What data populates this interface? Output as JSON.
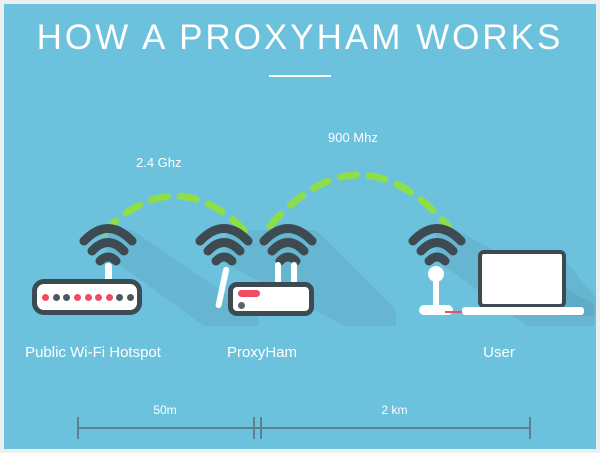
{
  "title": "HOW A PROXYHAM WORKS",
  "colors": {
    "background": "#6cc1dd",
    "frame": "#eceff0",
    "device_dark": "#3e4a51",
    "device_light": "#ffffff",
    "accent_pink": "#ef4b62",
    "signal_green": "#8ede4a",
    "scale_line": "#5d7f8e",
    "text": "#ffffff"
  },
  "links": [
    {
      "id": "left",
      "label": "2.4 Ghz",
      "from": "hotspot",
      "to": "proxyham"
    },
    {
      "id": "right",
      "label": "900 Mhz",
      "from": "proxyham",
      "to": "user"
    }
  ],
  "devices": [
    {
      "id": "hotspot",
      "caption": "Public Wi-Fi Hotspot",
      "icon": "wifi-router-icon",
      "leds": [
        "#ef4b62",
        "#4c585f",
        "#4c585f",
        "#ef4b62",
        "#ef4b62",
        "#ef4b62",
        "#ef4b62",
        "#4c585f",
        "#4c585f"
      ]
    },
    {
      "id": "proxyham",
      "caption": "ProxyHam",
      "icon": "proxyham-device-icon"
    },
    {
      "id": "user",
      "caption": "User",
      "icon": "laptop-icon"
    }
  ],
  "scale": {
    "segments": [
      {
        "label": "50m",
        "id": "segment-50m"
      },
      {
        "label": "2 km",
        "id": "segment-2km"
      }
    ]
  }
}
